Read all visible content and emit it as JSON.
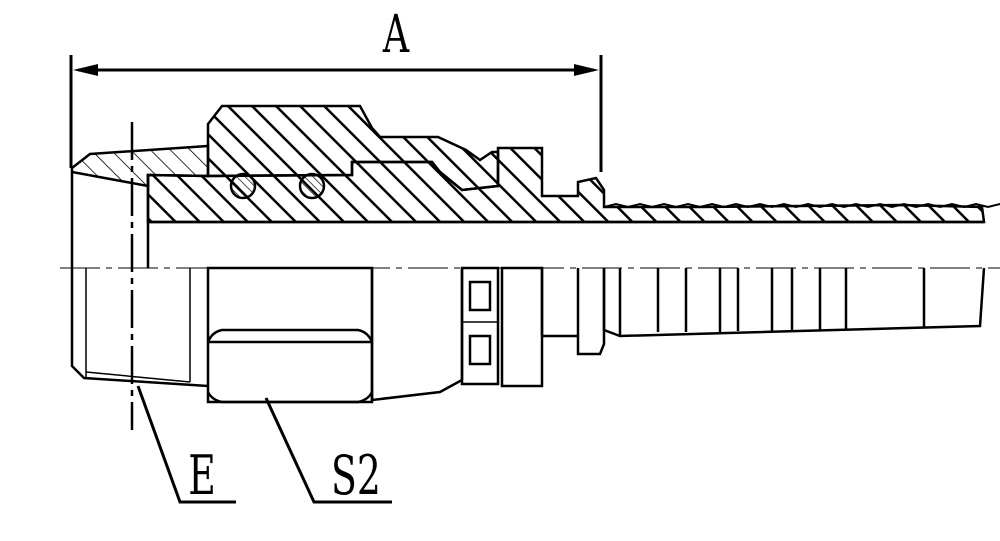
{
  "labels": {
    "dimension_a": "A",
    "thread_e": "E",
    "hex_s2": "S2"
  },
  "colors": {
    "ink": "#000000",
    "background": "#ffffff"
  }
}
